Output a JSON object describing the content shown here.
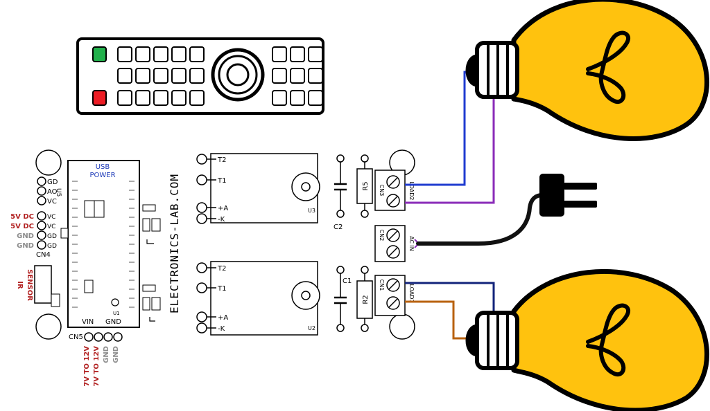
{
  "board": {
    "usb_power_1": "USB",
    "usb_power_2": "POWER",
    "u5_pins": [
      "GD",
      "AO",
      "VC"
    ],
    "u5_label": "U5",
    "cn4_pins": [
      "VC",
      "VC",
      "GD",
      "GD"
    ],
    "cn4_label": "CN4",
    "power_labels": [
      "5V DC",
      "5V DC",
      "GND",
      "GND"
    ],
    "ir_sensor_1": "IR",
    "ir_sensor_2": "SENSOR",
    "u1_label": "U1",
    "vin_label": "VIN",
    "gnd_label": "GND",
    "cn5_label": "CN5",
    "cn5_labels": [
      "7V TO 12V",
      "7V TO 12V",
      "GND",
      "GND"
    ],
    "brand_text": "ELECTRONICS-LAB.COM"
  },
  "relays": {
    "u3": {
      "t2": "T2",
      "t1": "T1",
      "a": "+A",
      "k": "-K",
      "name": "U3"
    },
    "u2": {
      "t2": "T2",
      "t1": "T1",
      "a": "+A",
      "k": "-K",
      "name": "U2"
    }
  },
  "components": {
    "c2": "C2",
    "c1": "C1",
    "r5": "R5",
    "r2": "R2",
    "cn3": "CN3",
    "cn2": "CN2",
    "cn1": "CN1",
    "load2": "LOAD2",
    "ac_in": "AC IN",
    "load1": "LOAD1"
  },
  "colors": {
    "bulb": "#FFC20E",
    "wire_blue": "#1f3bd0",
    "wire_purple": "#8a2bb8",
    "wire_navy": "#12237a",
    "wire_brown": "#b8620f",
    "remote_green": "#22b14c",
    "remote_red": "#ed1c24",
    "label_red": "#b22222",
    "label_gray": "#8c8c8c",
    "label_blue": "#1d3ab8"
  }
}
